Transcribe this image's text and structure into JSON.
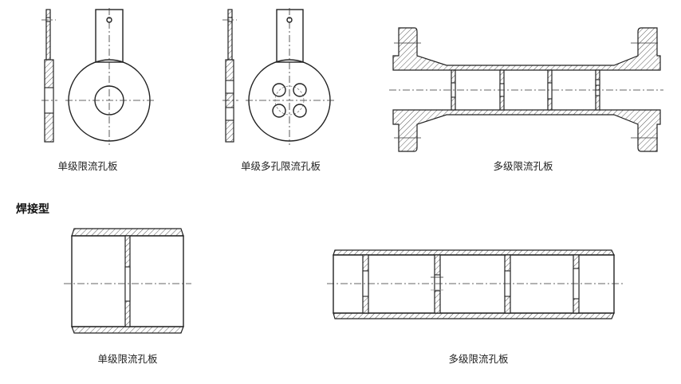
{
  "section_title": "焊接型",
  "colors": {
    "line": "#222222",
    "background": "#ffffff"
  },
  "flanged": {
    "single_label": "单级限流孔板",
    "single_multi_hole_label": "单级多孔限流孔板",
    "multi_stage_label": "多级限流孔板"
  },
  "welded": {
    "single_label": "单级限流孔板",
    "multi_stage_label": "多级限流孔板"
  }
}
